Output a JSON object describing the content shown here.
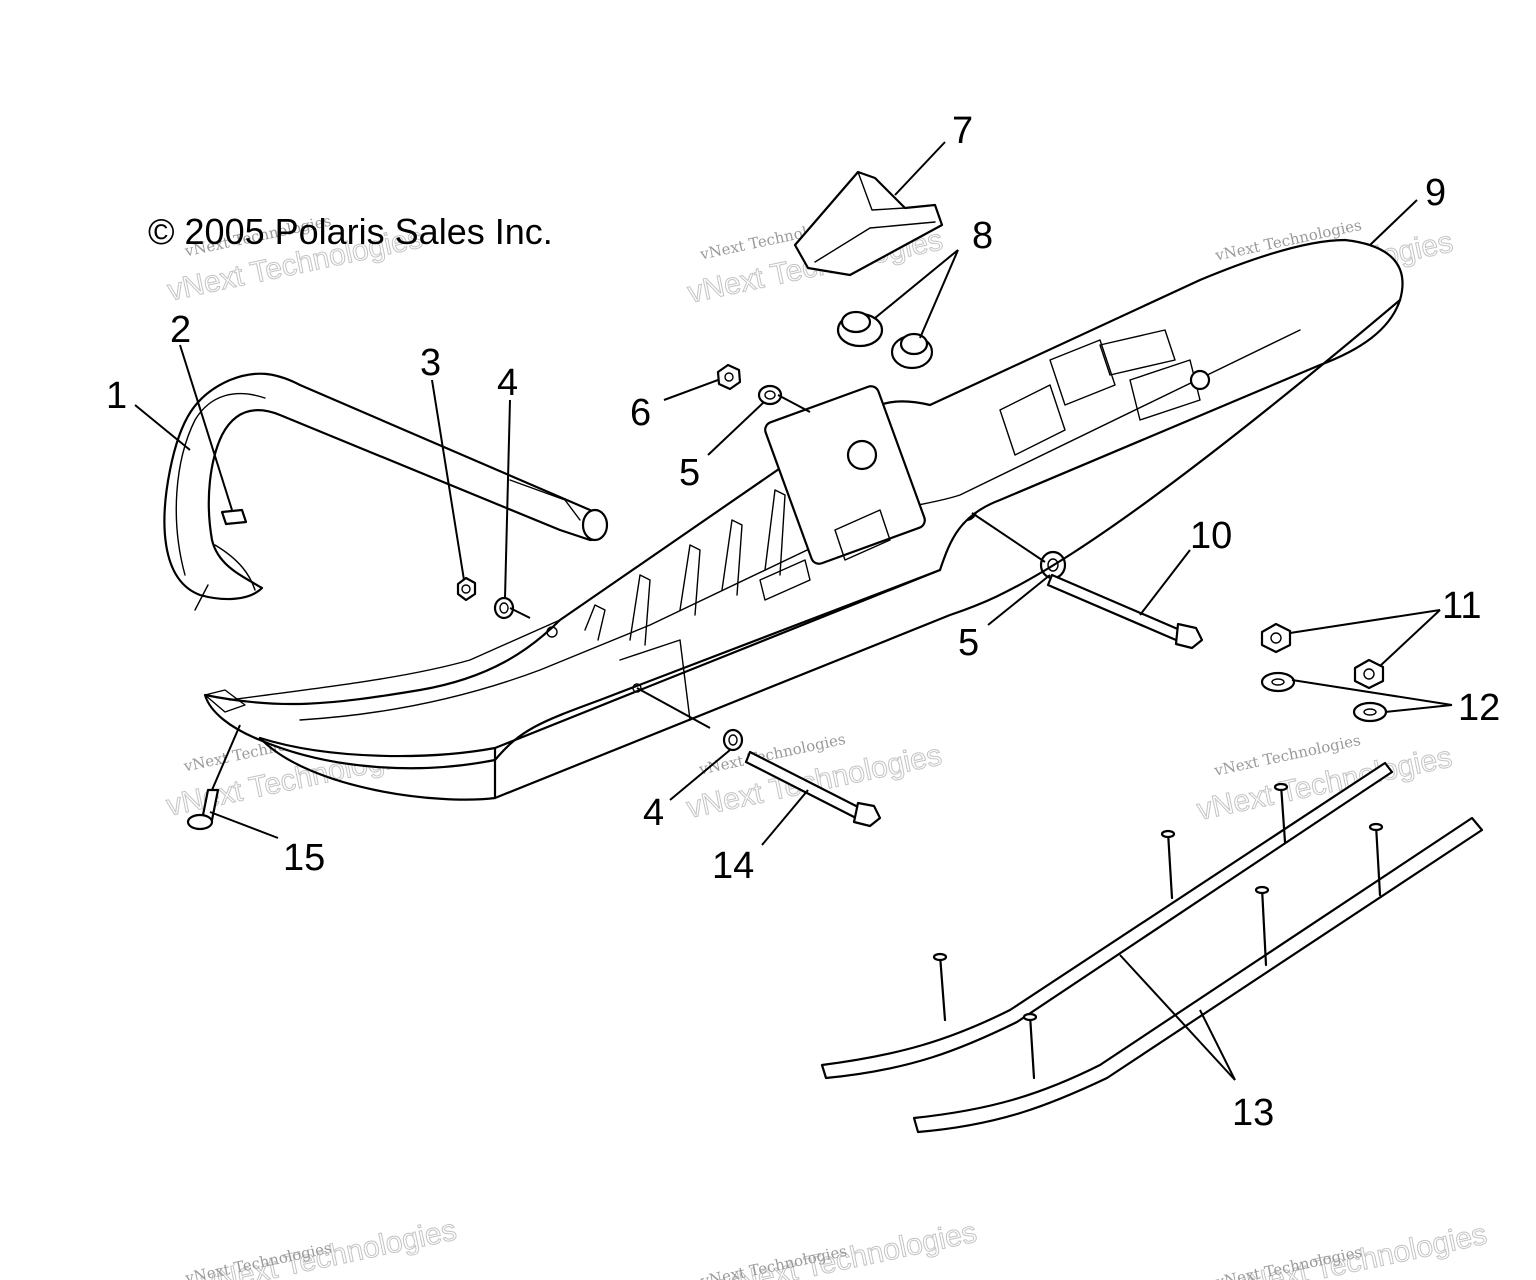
{
  "diagram": {
    "copyright": "© 2005 Polaris Sales Inc.",
    "callouts": [
      "1",
      "2",
      "3",
      "4",
      "4",
      "5",
      "5",
      "6",
      "7",
      "8",
      "9",
      "10",
      "11",
      "12",
      "13",
      "14",
      "15"
    ],
    "watermark": {
      "line1": "vNext Technologies",
      "line2": "vNext Technologies"
    },
    "colors": {
      "ink": "#000000",
      "watermark": "#9a9a9a",
      "background": "#ffffff"
    }
  }
}
